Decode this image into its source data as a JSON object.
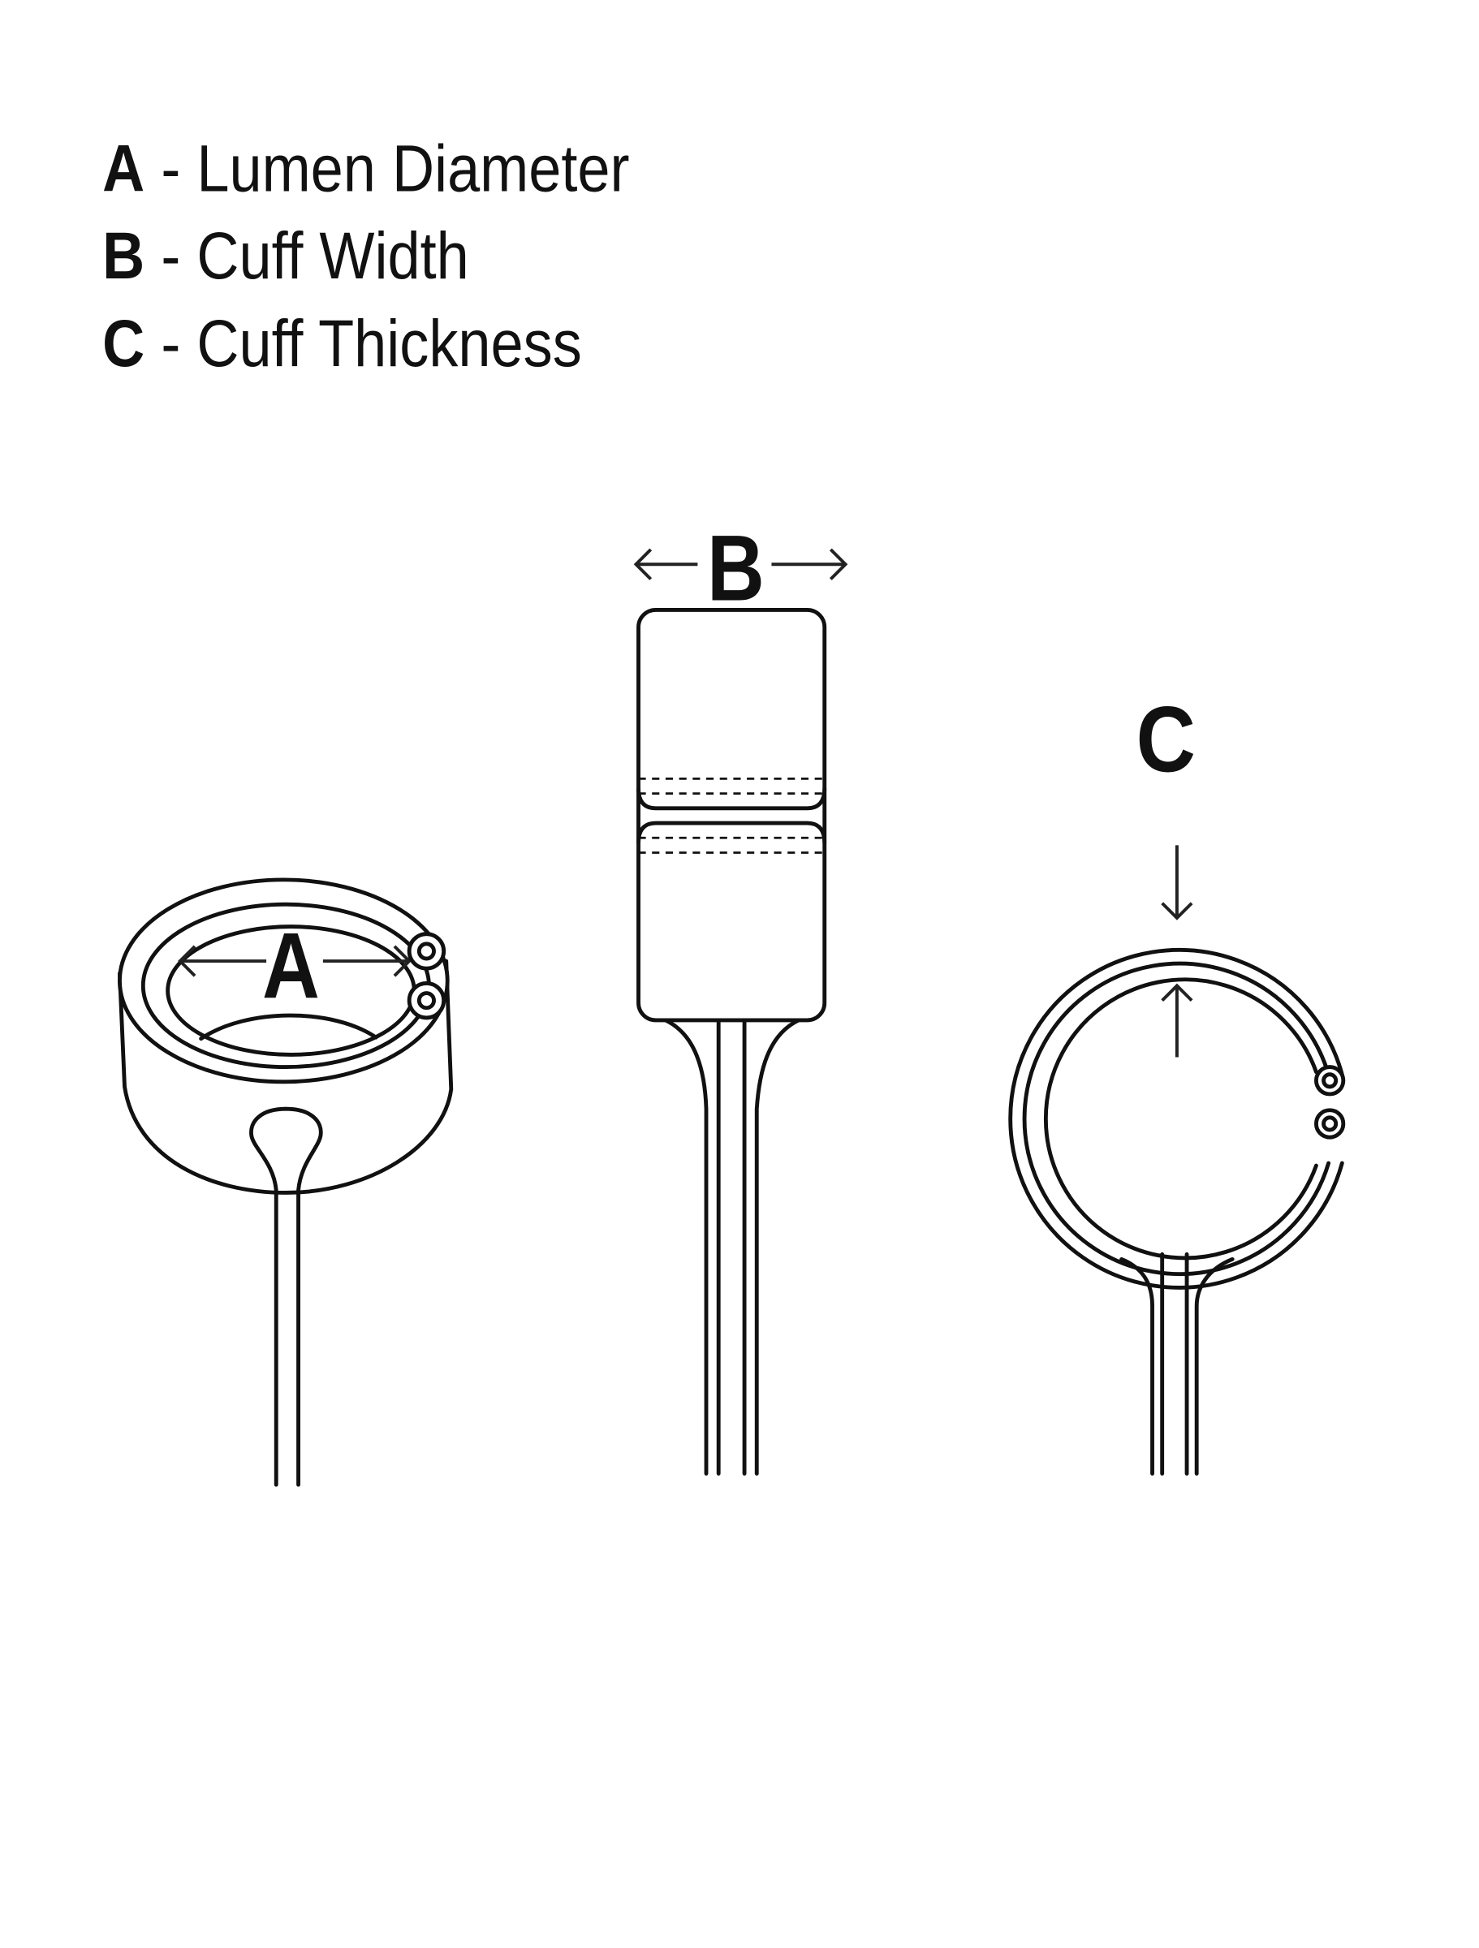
{
  "legend": [
    {
      "key": "A",
      "separator": " - ",
      "label": "Lumen Diameter"
    },
    {
      "key": "B",
      "separator": " - ",
      "label": "Cuff Width"
    },
    {
      "key": "C",
      "separator": " - ",
      "label": "Cuff Thickness"
    }
  ],
  "figures": {
    "lumen_label": "A",
    "width_label": "B",
    "thickness_label": "C"
  }
}
